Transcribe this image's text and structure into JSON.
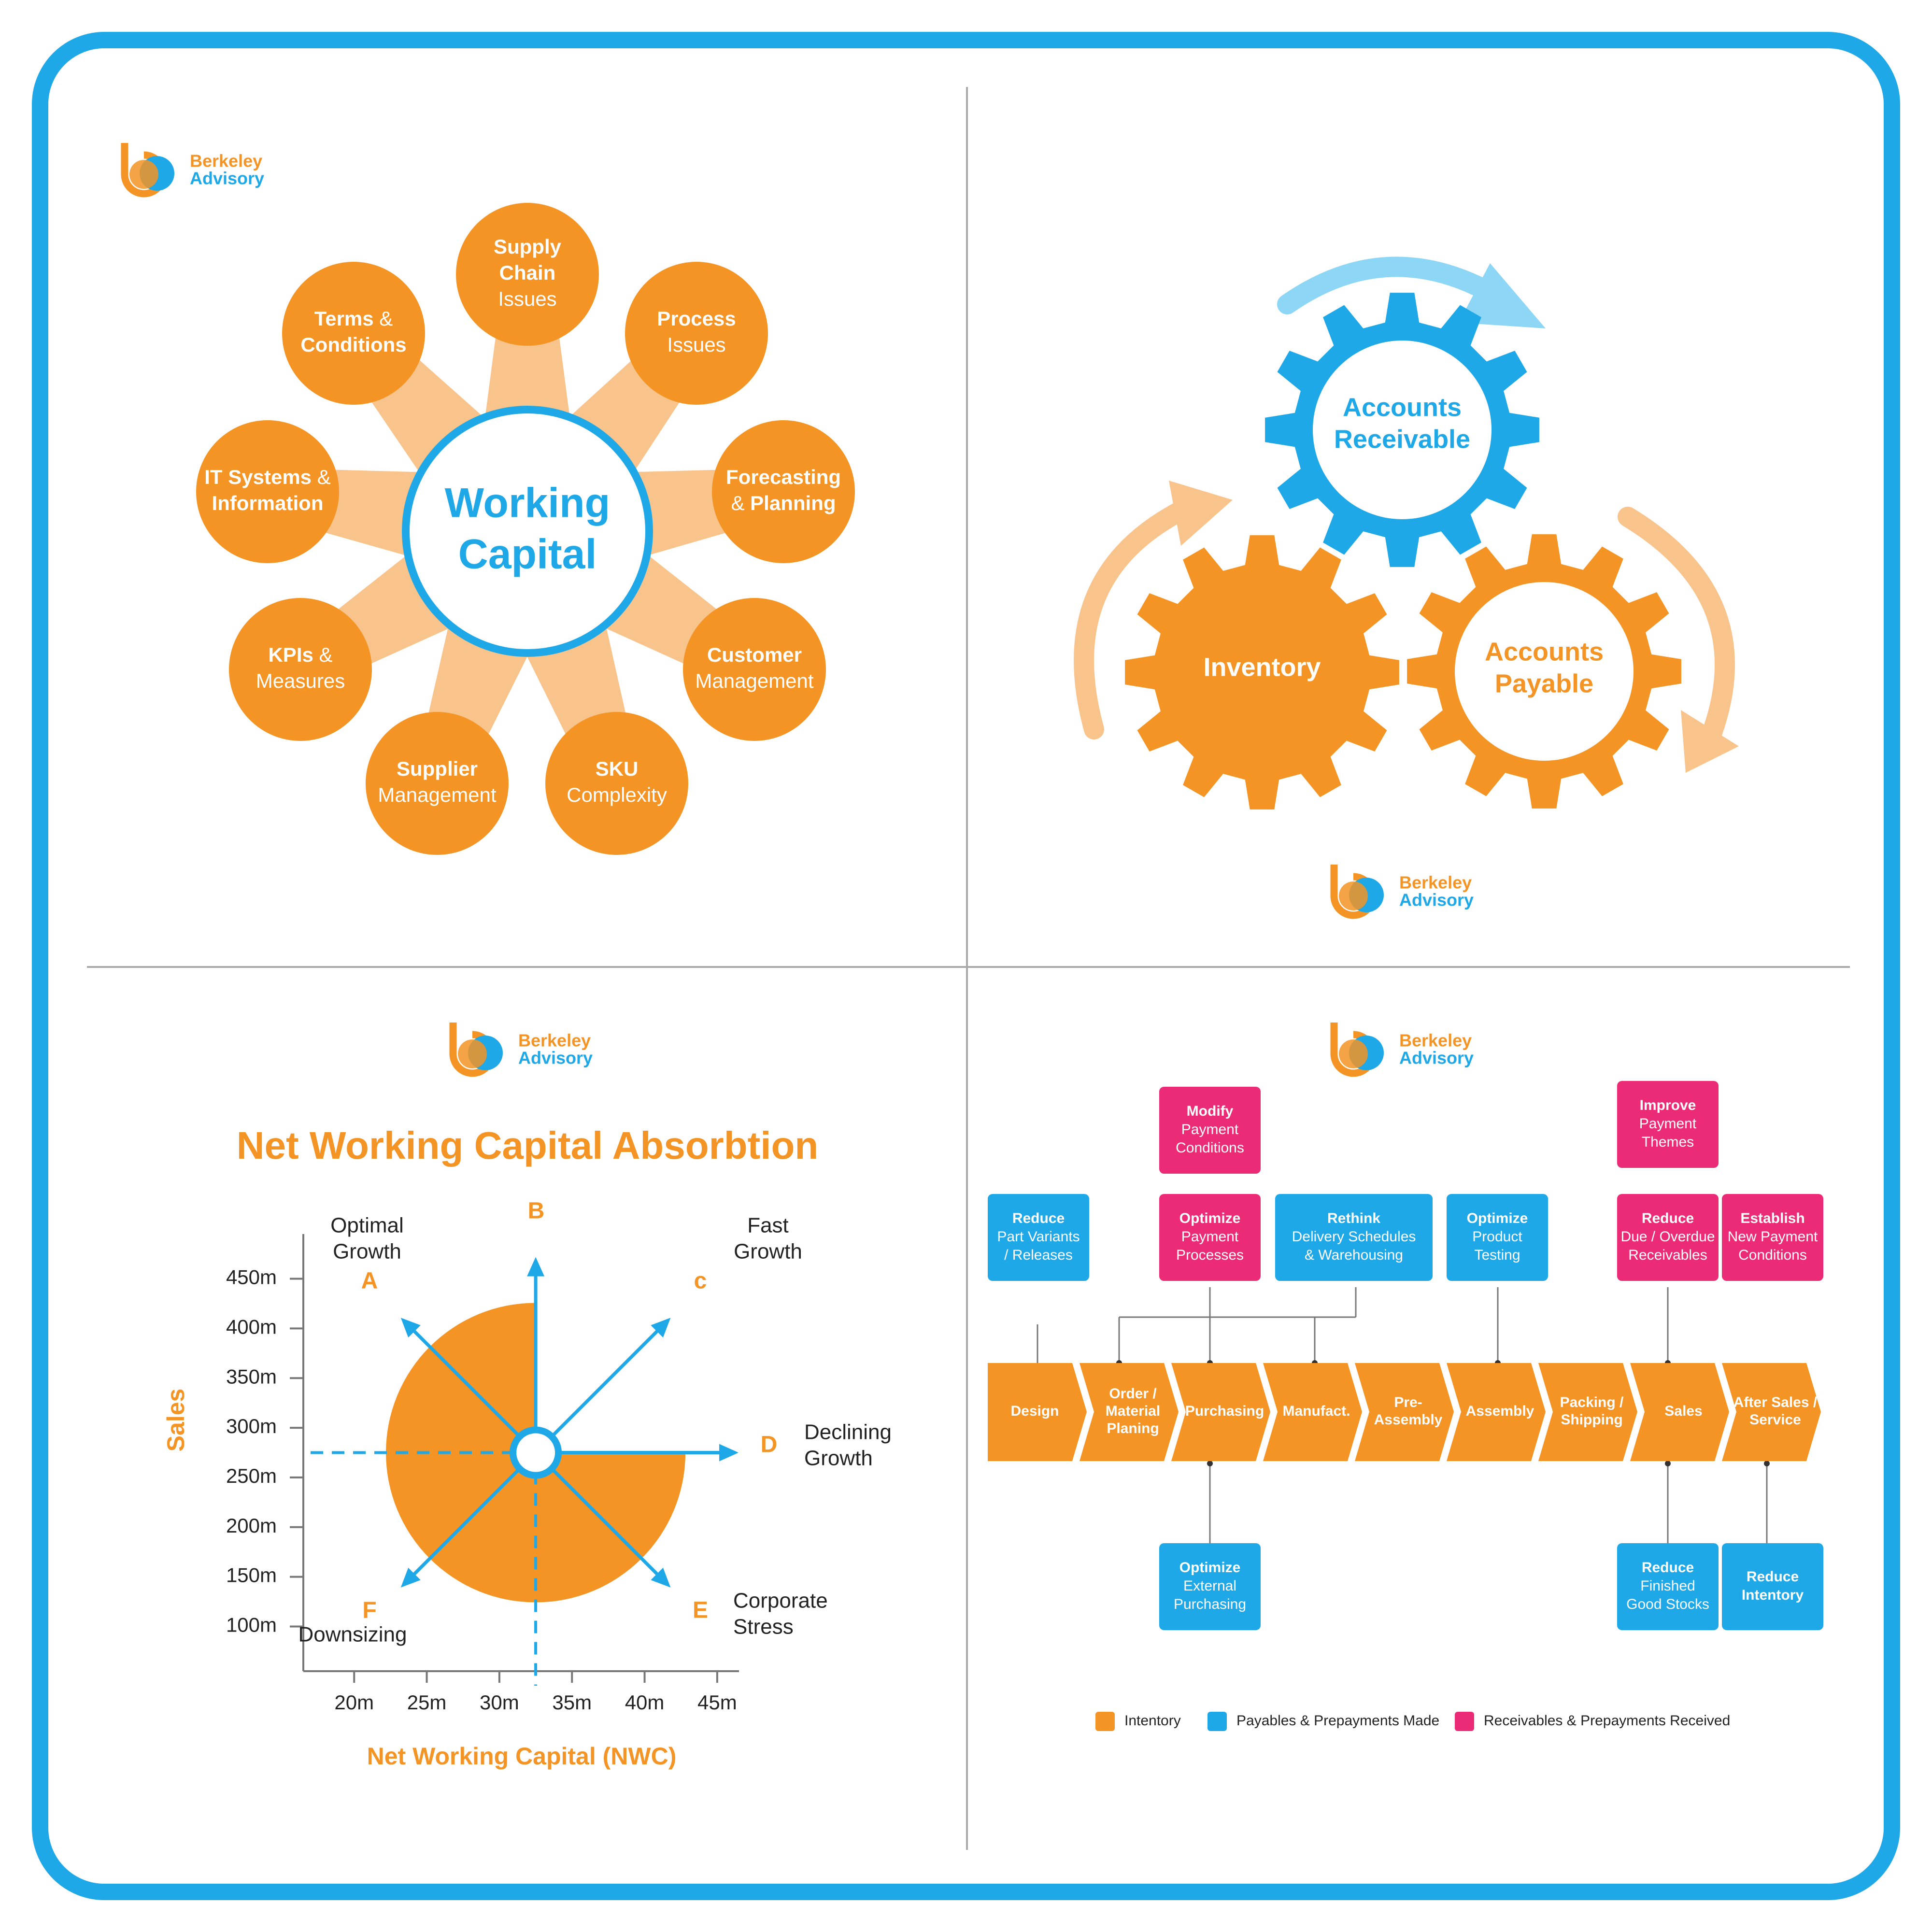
{
  "brand": {
    "line1": "Berkeley",
    "line2": "Advisory",
    "orange": "#f39424",
    "blue": "#1ea8e8",
    "pink": "#ec2b77",
    "light_orange": "#f9c48c"
  },
  "wheel": {
    "center": [
      "Working",
      "Capital"
    ],
    "petals": [
      {
        "bold": [
          "Supply",
          "Chain"
        ],
        "light": [
          "Issues"
        ]
      },
      {
        "bold": [
          "Process"
        ],
        "light": [
          "Issues"
        ]
      },
      {
        "bold": [
          "Forecasting"
        ],
        "light": [
          "&"
        ],
        "bold2": [
          "Planning"
        ]
      },
      {
        "bold": [
          "Customer"
        ],
        "light": [
          "Management"
        ]
      },
      {
        "bold": [
          "SKU"
        ],
        "light": [
          "Complexity"
        ]
      },
      {
        "bold": [
          "Supplier"
        ],
        "light": [
          "Management"
        ]
      },
      {
        "bold": [
          "KPIs"
        ],
        "light": [
          "&",
          "Measures"
        ]
      },
      {
        "bold": [
          "IT Systems"
        ],
        "light": [
          "&"
        ],
        "bold2": [
          "Information"
        ]
      },
      {
        "bold": [
          "Terms"
        ],
        "light": [
          "&"
        ],
        "bold2": [
          "Conditions"
        ]
      }
    ]
  },
  "gears": {
    "receivable": [
      "Accounts",
      "Receivable"
    ],
    "inventory": "Inventory",
    "payable": [
      "Accounts",
      "Payable"
    ],
    "arrow_icon": "cycle-arrow-icon"
  },
  "chart": {
    "title": "Net Working Capital Absorbtion",
    "xlabel": "Net Working Capital (NWC)",
    "ylabel": "Sales",
    "x_ticks": [
      "20m",
      "25m",
      "30m",
      "35m",
      "40m",
      "45m"
    ],
    "y_ticks": [
      "450m",
      "400m",
      "350m",
      "300m",
      "250m",
      "200m",
      "150m",
      "100m"
    ],
    "directions": [
      {
        "letter": "A",
        "label": [
          "Optimal",
          "Growth"
        ]
      },
      {
        "letter": "B",
        "label": []
      },
      {
        "letter": "c",
        "label": [
          "Fast",
          "Growth"
        ]
      },
      {
        "letter": "D",
        "label": [
          "Declining",
          "Growth"
        ]
      },
      {
        "letter": "E",
        "label": [
          "Corporate",
          "Stress"
        ]
      },
      {
        "letter": "F",
        "label": [
          "Downsizing"
        ]
      }
    ]
  },
  "chart_data": {
    "type": "scatter",
    "title": "Net Working Capital Absorbtion",
    "xlabel": "Net Working Capital (NWC)",
    "ylabel": "Sales",
    "xlim": [
      16.5,
      46.5
    ],
    "ylim": [
      55,
      495
    ],
    "x_ticks": [
      20,
      25,
      30,
      35,
      40,
      45
    ],
    "y_ticks": [
      100,
      150,
      200,
      250,
      300,
      350,
      400,
      450
    ],
    "origin": {
      "x": 32.5,
      "y": 275
    },
    "sector_radius": {
      "x": 10.5,
      "y": 148
    },
    "quadrants_filled": [
      "top-left",
      "bottom-left",
      "bottom-right"
    ]
  },
  "process": {
    "steps": [
      "Design",
      "Order / Material Planing",
      "Purchasing",
      "Manufact.",
      "Pre- Assembly",
      "Assembly",
      "Packing / Shipping",
      "Sales",
      "After Sales / Service"
    ],
    "boxes": [
      {
        "id": "reduce-part-variants",
        "color": "blue",
        "bold": "Reduce",
        "light": [
          "Part Variants",
          "/ Releases"
        ]
      },
      {
        "id": "modify-payment-conditions",
        "color": "pink",
        "bold": "Modify",
        "light": [
          "Payment",
          "Conditions"
        ]
      },
      {
        "id": "optimize-payment-processes",
        "color": "pink",
        "bold": "Optimize",
        "light": [
          "Payment",
          "Processes"
        ]
      },
      {
        "id": "rethink-delivery",
        "color": "blue",
        "bold": "Rethink",
        "light": [
          "Delivery Schedules",
          "& Warehousing"
        ]
      },
      {
        "id": "optimize-product-testing",
        "color": "blue",
        "bold": "Optimize",
        "light": [
          "Product",
          "Testing"
        ]
      },
      {
        "id": "improve-payment-themes",
        "color": "pink",
        "bold": "Improve",
        "light": [
          "Payment",
          "Themes"
        ]
      },
      {
        "id": "reduce-overdue-receivables",
        "color": "pink",
        "bold": "Reduce",
        "light": [
          "Due / Overdue",
          "Receivables"
        ]
      },
      {
        "id": "establish-payment-conditions",
        "color": "pink",
        "bold": "Establish",
        "light": [
          "New Payment",
          "Conditions"
        ]
      },
      {
        "id": "optimize-external-purchasing",
        "color": "blue",
        "bold": "Optimize",
        "light": [
          "External",
          "Purchasing"
        ]
      },
      {
        "id": "reduce-finished-goods",
        "color": "blue",
        "bold": "Reduce",
        "light": [
          "Finished",
          "Good Stocks"
        ]
      },
      {
        "id": "reduce-inventory",
        "color": "blue",
        "bold": "Reduce",
        "bold2": "Intentory",
        "light": []
      }
    ],
    "legend": [
      {
        "label": "Intentory",
        "color": "orange"
      },
      {
        "label": "Payables & Prepayments Made",
        "color": "blue"
      },
      {
        "label": "Receivables & Prepayments Received",
        "color": "pink"
      }
    ]
  }
}
